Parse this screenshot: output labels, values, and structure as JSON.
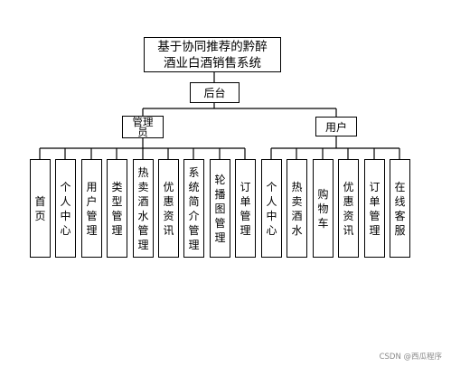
{
  "root": {
    "line1": "基于协同推荐的黔醉",
    "line2": "酒业白酒销售系统"
  },
  "backend": "后台",
  "admin": {
    "line1": "管理",
    "line2": "员"
  },
  "user": "用户",
  "admin_modules": [
    "首页",
    "个人中心",
    "用户管理",
    "类型管理",
    "热卖酒水管理",
    "优惠资讯",
    "系统简介管理",
    "轮播图管理",
    "订单管理"
  ],
  "user_modules": [
    "个人中心",
    "热卖酒水",
    "购物车",
    "优惠资讯",
    "订单管理",
    "在线客服"
  ],
  "watermark": "CSDN @西瓜程序"
}
